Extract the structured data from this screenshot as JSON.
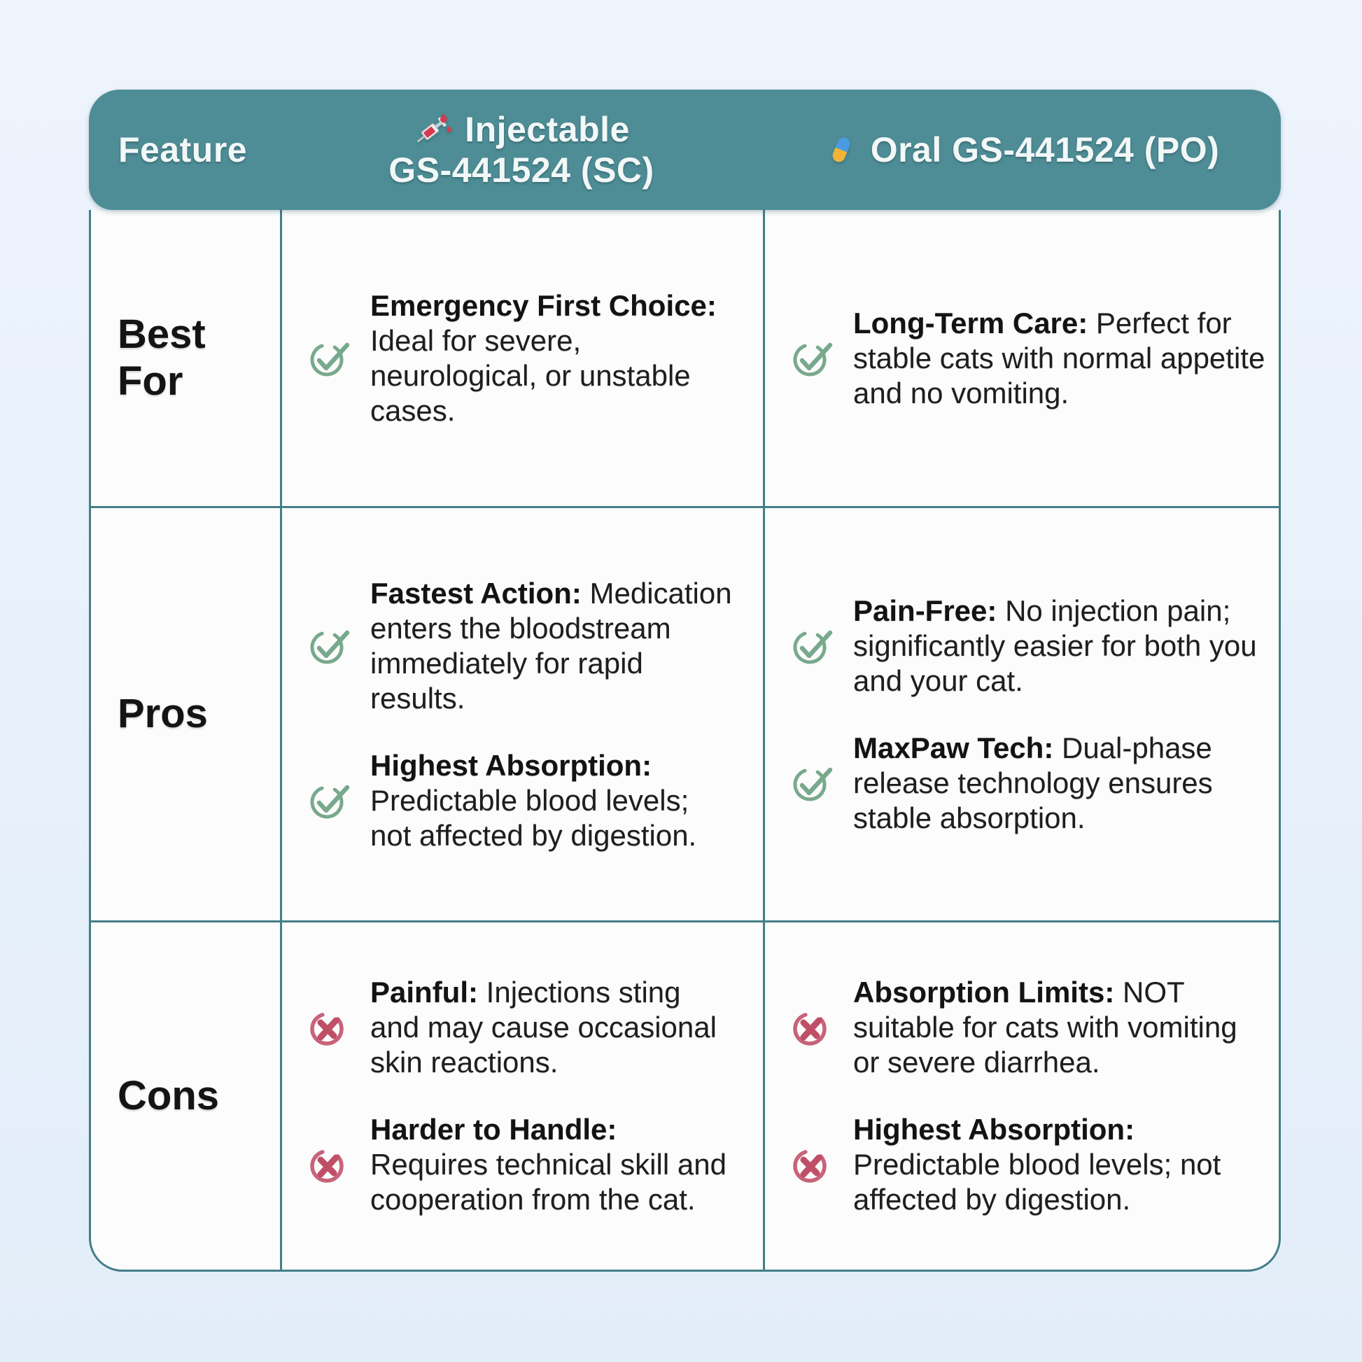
{
  "theme": {
    "page_bg": "#e8f1fb",
    "header_bg": "#4e8d96",
    "header_text": "#f2f7f7",
    "grid_border": "#437e88",
    "check_green": "#78a98d",
    "cross_red": "#c25d72",
    "body_text": "#1e1e20",
    "cell_bg": "#fcfcfc",
    "syringe_red": "#d63a4c",
    "pill_blue": "#4a9be4",
    "pill_yellow": "#f2b437"
  },
  "header": {
    "feature_label": "Feature",
    "injectable": {
      "icon": "syringe-icon",
      "line1": "Injectable",
      "line2": "GS-441524 (SC)"
    },
    "oral": {
      "icon": "pill-icon",
      "label": "Oral GS-441524 (PO)"
    }
  },
  "rows": [
    {
      "label": "Best For",
      "injectable": [
        {
          "icon": "check-circle-icon",
          "lead": "Emergency First Choice:",
          "rest": "Ideal for severe, neurological, or unstable cases."
        }
      ],
      "oral": [
        {
          "icon": "check-circle-icon",
          "lead": "Long-Term Care:",
          "rest": "Perfect for stable cats with normal appetite and no vomiting."
        }
      ]
    },
    {
      "label": "Pros",
      "injectable": [
        {
          "icon": "check-circle-icon",
          "lead": "Fastest Action:",
          "rest": "Medication enters the bloodstream immediately for rapid results."
        },
        {
          "icon": "check-circle-icon",
          "lead": "Highest Absorption:",
          "rest": "Predictable blood levels; not affected by digestion."
        }
      ],
      "oral": [
        {
          "icon": "check-circle-icon",
          "lead": "Pain-Free:",
          "rest": "No injection pain; significantly easier for both you and your cat."
        },
        {
          "icon": "check-circle-icon",
          "lead": "MaxPaw Tech:",
          "rest": "Dual-phase release technology ensures stable absorption."
        }
      ]
    },
    {
      "label": "Cons",
      "injectable": [
        {
          "icon": "cross-circle-icon",
          "lead": "Painful:",
          "rest": "Injections sting and may cause occasional skin reactions."
        },
        {
          "icon": "cross-circle-icon",
          "lead": "Harder to Handle:",
          "rest": "Requires technical skill and cooperation from the cat."
        }
      ],
      "oral": [
        {
          "icon": "cross-circle-icon",
          "lead": "Absorption Limits:",
          "rest": "NOT suitable for cats with vomiting or severe diarrhea."
        },
        {
          "icon": "cross-circle-icon",
          "lead": "Highest Absorption:",
          "rest": "Predictable blood levels; not affected by digestion."
        }
      ]
    }
  ]
}
